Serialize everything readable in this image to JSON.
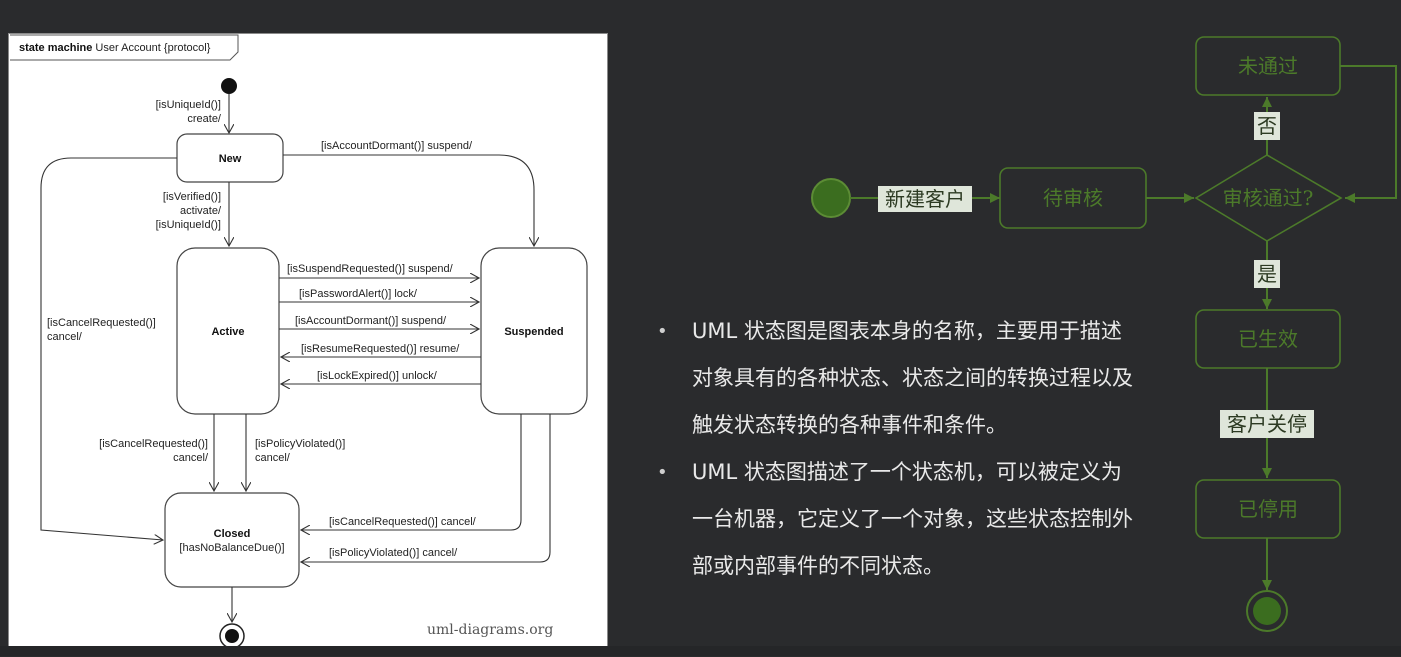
{
  "uml": {
    "frame_title_bold": "state machine",
    "frame_title_rest": " User Account {protocol}",
    "watermark": "uml-diagrams.org",
    "states": {
      "new": "New",
      "active": "Active",
      "suspended": "Suspended",
      "closed": "Closed",
      "closed_sub": "[hasNoBalanceDue()]"
    },
    "transitions": {
      "initial_1": "[isUniqueId()]",
      "initial_2": "create/",
      "new_to_suspended": "[isAccountDormant()] suspend/",
      "new_to_active_1": "[isVerified()]",
      "new_to_active_2": "activate/",
      "new_to_active_3": "[isUniqueId()]",
      "new_to_closed_1": "[isCancelRequested()]",
      "new_to_closed_2": "cancel/",
      "a_s_1": "[isSuspendRequested()] suspend/",
      "a_s_2": "[isPasswordAlert()] lock/",
      "a_s_3": "[isAccountDormant()] suspend/",
      "s_a_1": "[isResumeRequested()] resume/",
      "s_a_2": "[isLockExpired()] unlock/",
      "active_closed_1a": "[isCancelRequested()]",
      "active_closed_1b": "cancel/",
      "active_closed_2a": "[isPolicyViolated()]",
      "active_closed_2b": "cancel/",
      "susp_closed_1": "[isCancelRequested()] cancel/",
      "susp_closed_2": "[isPolicyViolated()] cancel/"
    }
  },
  "flow": {
    "new_customer": "新建客户",
    "pending_review": "待审核",
    "review_passed": "审核通过?",
    "not_passed": "未通过",
    "no": "否",
    "yes": "是",
    "active": "已生效",
    "customer_close": "客户关停",
    "deactivated": "已停用"
  },
  "bullets": [
    "UML 状态图是图表本身的名称，主要用于描述对象具有的各种状态、状态之间的转换过程以及触发状态转换的各种事件和条件。",
    "UML 状态图描述了一个状态机，可以被定义为一台机器，它定义了一个对象，这些状态控制外部或内部事件的不同状态。"
  ],
  "colors": {
    "flow_green": "#4c7a2a",
    "flow_fill": "#3b6d1f"
  }
}
